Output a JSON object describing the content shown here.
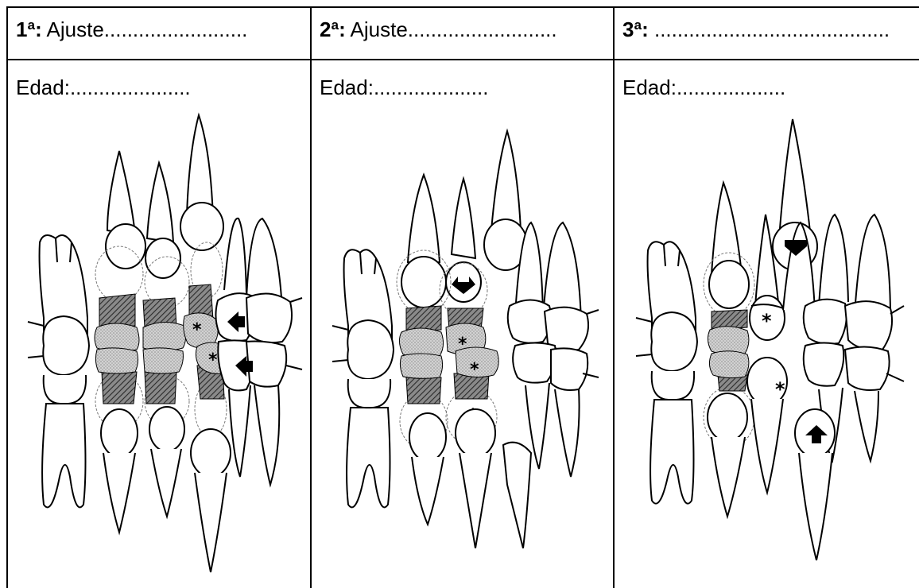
{
  "columns": [
    {
      "number": "1ª:",
      "heading": " Ajuste.........................",
      "age_label": "Edad:....................."
    },
    {
      "number": "2ª:",
      "heading": " Ajuste..........................",
      "age_label": "Edad:...................."
    },
    {
      "number": "3ª:",
      "heading": " .........................................",
      "age_label": "Edad:..................."
    }
  ],
  "colors": {
    "border": "#000000",
    "tooth_outline": "#000000",
    "dark_hatch": "#555555",
    "light_stipple": "#bdbdbd"
  }
}
